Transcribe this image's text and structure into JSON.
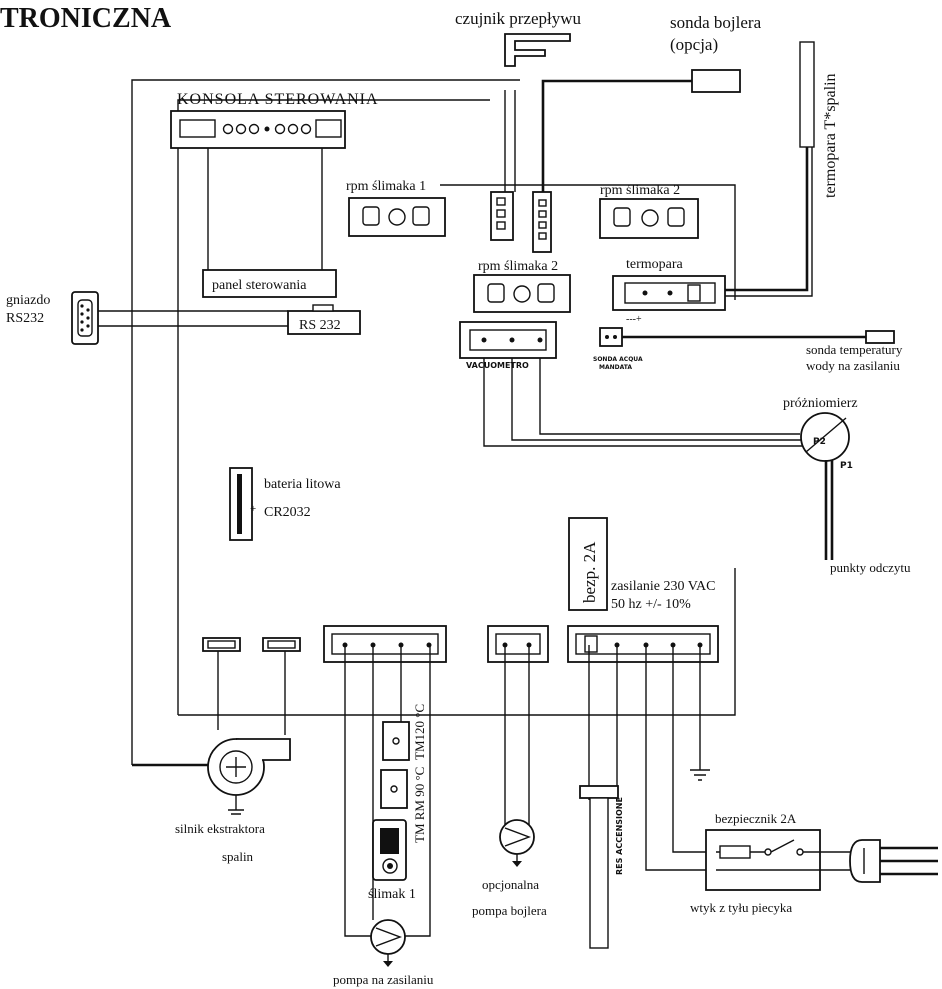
{
  "header": {
    "title": "TRONICZNA"
  },
  "labels": {
    "console": "KONSOLA STEROWANIA",
    "panel": "panel sterowania",
    "rs232": "RS 232",
    "socket_l1": "gniazdo",
    "socket_l2": "RS232",
    "flow_sensor": "czujnik przepływu",
    "boiler_probe_l1": "sonda bojlera",
    "boiler_probe_l2": "(opcja)",
    "thermocouple_flue": "termopara T*spalin",
    "rpm1": "rpm ślimaka 1",
    "rpm2_top": "rpm ślimaka 2",
    "rpm2_mid": "rpm ślimaka 2",
    "thermocouple": "termopara",
    "vacuometer": "VACUOMETRO",
    "sonda_small_l1": "SONDA ACQUA",
    "sonda_small_l2": "MANDATA",
    "water_temp_l1": "sonda temperatury",
    "water_temp_l2": "wody na zasilaniu",
    "vacuum_gauge": "próżniomierz",
    "p2": "P2",
    "p1": "P1",
    "battery_l1": "bateria litowa",
    "battery_l2": "CR2032",
    "fuse_box": "bezp. 2A",
    "power_l1": "zasilanie 230 VAC",
    "power_l2": "50 hz +/- 10%",
    "read_points": "punkty odczytu",
    "extractor_l1": "silnik ekstraktora",
    "extractor_l2": "spalin",
    "auger1": "ślimak 1",
    "tm120": "TM120 °C",
    "tmrm90": "TM RM 90 °C",
    "optional_pump_l1": "opcjonalna",
    "optional_pump_l2": "pompa bojlera",
    "res_accensione": "RES ACCENSIONE",
    "fuse_2a": "bezpiecznik 2A",
    "plug": "wtyk z tyłu piecyka",
    "supply_pump": "pompa na zasilaniu",
    "plus": "+",
    "minus_plus": "---+"
  }
}
